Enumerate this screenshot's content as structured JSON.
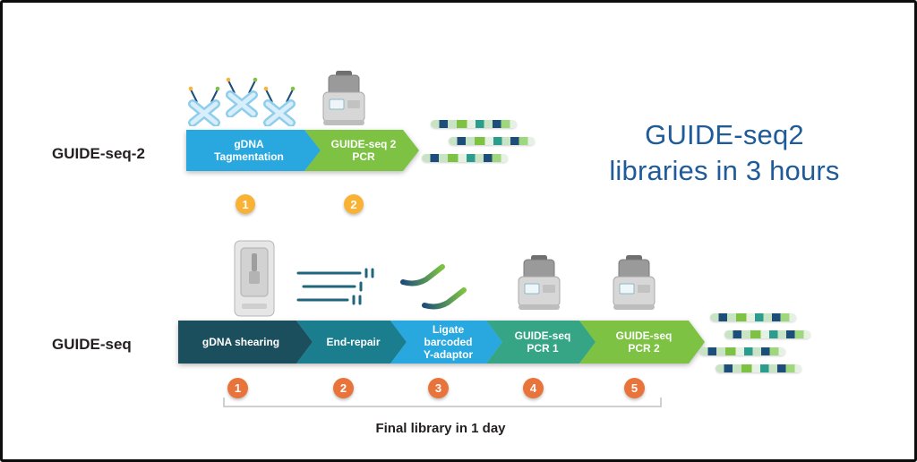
{
  "colors": {
    "headline": "#1f5b99",
    "label_text": "#231f20",
    "top_arrow_1": "#29a8df",
    "top_arrow_2": "#7dc243",
    "top_badge": "#f9b233",
    "bottom_arrow_1": "#1c4f5e",
    "bottom_arrow_2": "#1a7e8f",
    "bottom_arrow_3": "#29a8df",
    "bottom_arrow_4": "#35a585",
    "bottom_arrow_5": "#7dc243",
    "bottom_badge": "#e8743c"
  },
  "headline": {
    "line1": "GUIDE-seq2",
    "line2": "libraries in 3 hours"
  },
  "top_workflow": {
    "label": "GUIDE-seq-2",
    "steps": [
      {
        "number": "1",
        "label": "gDNA\nTagmentation"
      },
      {
        "number": "2",
        "label": "GUIDE-seq 2\nPCR"
      }
    ]
  },
  "bottom_workflow": {
    "label": "GUIDE-seq",
    "steps": [
      {
        "number": "1",
        "label": "gDNA shearing"
      },
      {
        "number": "2",
        "label": "End-repair"
      },
      {
        "number": "3",
        "label": "Ligate\nbarcoded\nY-adaptor"
      },
      {
        "number": "4",
        "label": "GUIDE-seq\nPCR 1"
      },
      {
        "number": "5",
        "label": "GUIDE-seq\nPCR 2"
      }
    ],
    "footer": "Final library in 1 day"
  },
  "icons": [
    "transposome-icon",
    "pcr-thermocycler-icon",
    "sonicator-icon",
    "sheared-dna-icon",
    "y-adaptor-icon",
    "dna-library-icon"
  ]
}
